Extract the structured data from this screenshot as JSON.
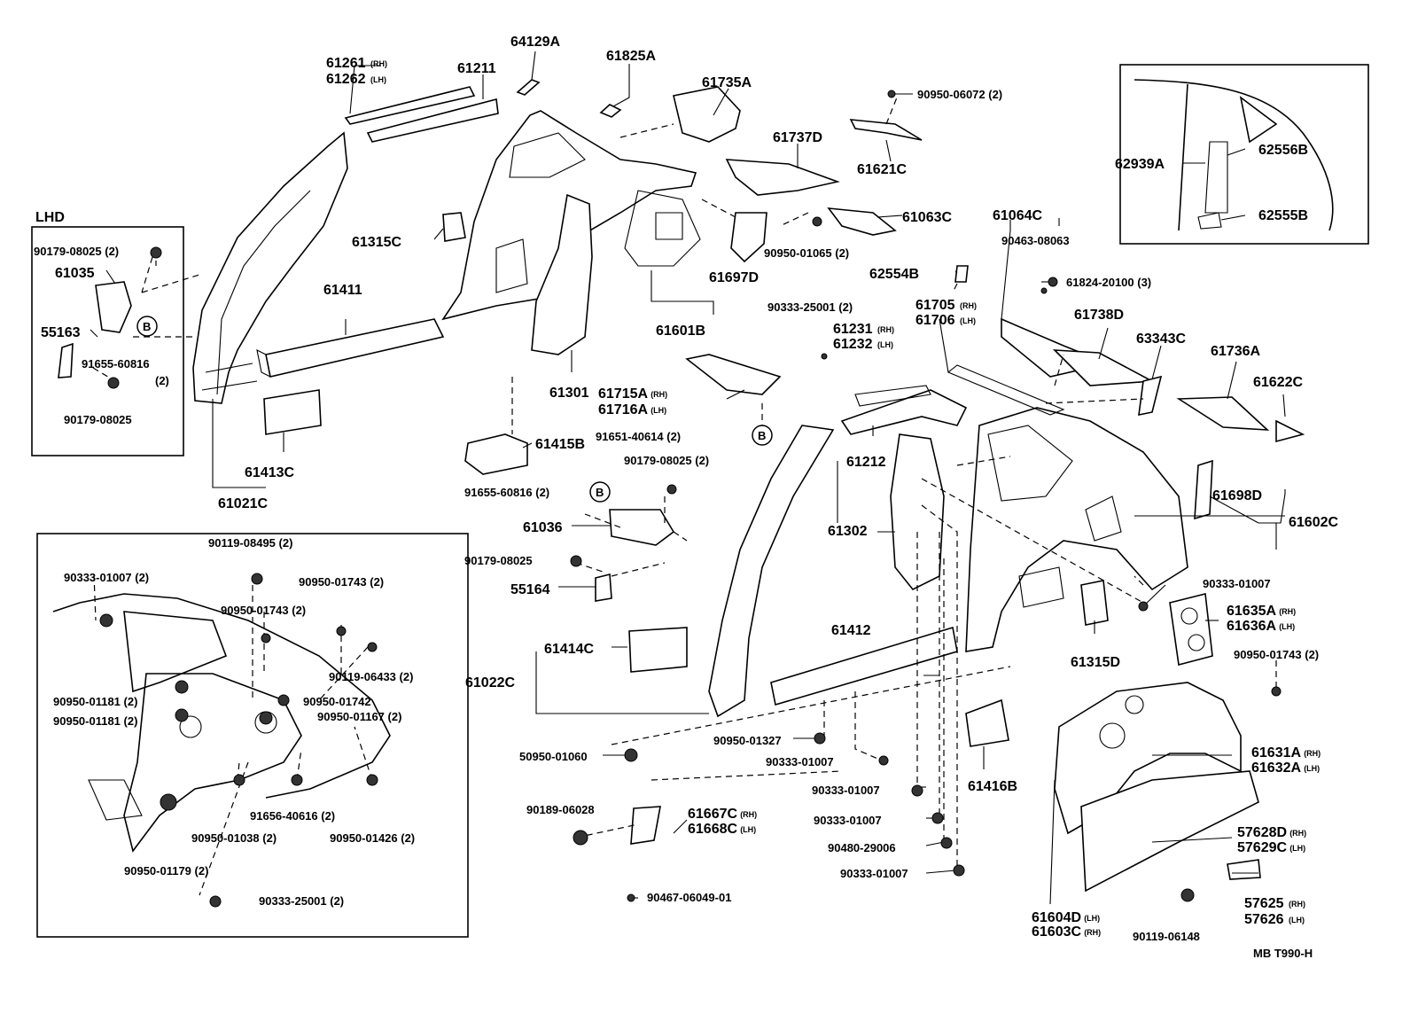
{
  "diagram_code": "MB T990-H",
  "lhd_label": "LHD",
  "badge_letter": "B",
  "labels": [
    {
      "id": "p61261",
      "text": "61261",
      "sfx": "(RH)"
    },
    {
      "id": "p61262",
      "text": "61262",
      "sfx": "(LH)"
    },
    {
      "id": "p61211",
      "text": "61211"
    },
    {
      "id": "p64129A",
      "text": "64129A"
    },
    {
      "id": "p61825A",
      "text": "61825A"
    },
    {
      "id": "p61735A",
      "text": "61735A"
    },
    {
      "id": "p90950_06072",
      "text": "90950-06072 (2)"
    },
    {
      "id": "p61737D",
      "text": "61737D"
    },
    {
      "id": "p61621C",
      "text": "61621C"
    },
    {
      "id": "p61063C",
      "text": "61063C"
    },
    {
      "id": "p90950_01065",
      "text": "90950-01065 (2)"
    },
    {
      "id": "p61697D",
      "text": "61697D"
    },
    {
      "id": "p61315C",
      "text": "61315C"
    },
    {
      "id": "p61411",
      "text": "61411"
    },
    {
      "id": "p61601B",
      "text": "61601B"
    },
    {
      "id": "p61301",
      "text": "61301"
    },
    {
      "id": "p61413C",
      "text": "61413C"
    },
    {
      "id": "p61021C",
      "text": "61021C"
    },
    {
      "id": "p90179_08025a",
      "text": "90179-08025 (2)"
    },
    {
      "id": "p61035",
      "text": "61035"
    },
    {
      "id": "p55163",
      "text": "55163"
    },
    {
      "id": "p91655_60816a",
      "text": "91655-60816"
    },
    {
      "id": "p91655_qty",
      "text": "(2)"
    },
    {
      "id": "p90179_08025b",
      "text": "90179-08025"
    },
    {
      "id": "p61064C",
      "text": "61064C"
    },
    {
      "id": "p90463_08063",
      "text": "90463-08063"
    },
    {
      "id": "p62554B",
      "text": "62554B"
    },
    {
      "id": "p61824_20100",
      "text": "61824-20100 (3)"
    },
    {
      "id": "p90333_25001a",
      "text": "90333-25001 (2)"
    },
    {
      "id": "p61705",
      "text": "61705",
      "sfx": "(RH)"
    },
    {
      "id": "p61706",
      "text": "61706",
      "sfx": "(LH)"
    },
    {
      "id": "p61231",
      "text": "61231",
      "sfx": "(RH)"
    },
    {
      "id": "p61232",
      "text": "61232",
      "sfx": "(LH)"
    },
    {
      "id": "p61738D",
      "text": "61738D"
    },
    {
      "id": "p63343C",
      "text": "63343C"
    },
    {
      "id": "p61736A",
      "text": "61736A"
    },
    {
      "id": "p61622C",
      "text": "61622C"
    },
    {
      "id": "p61715A",
      "text": "61715A",
      "sfx": "(RH)"
    },
    {
      "id": "p61716A",
      "text": "61716A",
      "sfx": "(LH)"
    },
    {
      "id": "p91651_40614",
      "text": "91651-40614 (2)"
    },
    {
      "id": "p61415B",
      "text": "61415B"
    },
    {
      "id": "p90179_08025c",
      "text": "90179-08025 (2)"
    },
    {
      "id": "p91655_60816b",
      "text": "91655-60816 (2)"
    },
    {
      "id": "p61036",
      "text": "61036"
    },
    {
      "id": "p90179_08025d",
      "text": "90179-08025"
    },
    {
      "id": "p55164",
      "text": "55164"
    },
    {
      "id": "p61212",
      "text": "61212"
    },
    {
      "id": "p61302",
      "text": "61302"
    },
    {
      "id": "p61698D",
      "text": "61698D"
    },
    {
      "id": "p61602C",
      "text": "61602C"
    },
    {
      "id": "p90333_01007a",
      "text": "90333-01007"
    },
    {
      "id": "p61635A",
      "text": "61635A",
      "sfx": "(RH)"
    },
    {
      "id": "p61636A",
      "text": "61636A",
      "sfx": "(LH)"
    },
    {
      "id": "p90950_01743a",
      "text": "90950-01743 (2)"
    },
    {
      "id": "p61414C",
      "text": "61414C"
    },
    {
      "id": "p61412",
      "text": "61412"
    },
    {
      "id": "p61022C",
      "text": "61022C"
    },
    {
      "id": "p61315D",
      "text": "61315D"
    },
    {
      "id": "p90950_01327",
      "text": "90950-01327"
    },
    {
      "id": "p50950_01060",
      "text": "50950-01060"
    },
    {
      "id": "p90333_01007b",
      "text": "90333-01007"
    },
    {
      "id": "p90333_01007c",
      "text": "90333-01007"
    },
    {
      "id": "p90333_01007d",
      "text": "90333-01007"
    },
    {
      "id": "p61416B",
      "text": "61416B"
    },
    {
      "id": "p61631A",
      "text": "61631A",
      "sfx": "(RH)"
    },
    {
      "id": "p61632A",
      "text": "61632A",
      "sfx": "(LH)"
    },
    {
      "id": "p90189_06028",
      "text": "90189-06028"
    },
    {
      "id": "p61667C",
      "text": "61667C",
      "sfx": "(RH)"
    },
    {
      "id": "p61668C",
      "text": "61668C",
      "sfx": "(LH)"
    },
    {
      "id": "p90480_29006",
      "text": "90480-29006"
    },
    {
      "id": "p90333_01007e",
      "text": "90333-01007"
    },
    {
      "id": "p57628D",
      "text": "57628D",
      "sfx": "(RH)"
    },
    {
      "id": "p57629C",
      "text": "57629C",
      "sfx": "(LH)"
    },
    {
      "id": "p57625",
      "text": "57625",
      "sfx": "(RH)"
    },
    {
      "id": "p57626",
      "text": "57626",
      "sfx": "(LH)"
    },
    {
      "id": "p61604D",
      "text": "61604D",
      "sfx": "(LH)"
    },
    {
      "id": "p61603C",
      "text": "61603C",
      "sfx": "(RH)"
    },
    {
      "id": "p90119_06148",
      "text": "90119-06148"
    },
    {
      "id": "p90467_06049",
      "text": "90467-06049-01"
    },
    {
      "id": "p62939A",
      "text": "62939A"
    },
    {
      "id": "p62556B",
      "text": "62556B"
    },
    {
      "id": "p62555B",
      "text": "62555B"
    },
    {
      "id": "i90119_08495",
      "text": "90119-08495 (2)"
    },
    {
      "id": "i90333_01007",
      "text": "90333-01007 (2)"
    },
    {
      "id": "i90950_01743a",
      "text": "90950-01743 (2)"
    },
    {
      "id": "i90950_01743b",
      "text": "90950-01743 (2)"
    },
    {
      "id": "i90119_06433",
      "text": "90119-06433 (2)"
    },
    {
      "id": "i90950_01181a",
      "text": "90950-01181 (2)"
    },
    {
      "id": "i90950_01742",
      "text": "90950-01742"
    },
    {
      "id": "i90950_01181b",
      "text": "90950-01181 (2)"
    },
    {
      "id": "i90950_01167",
      "text": "90950-01167 (2)"
    },
    {
      "id": "i91656_40616",
      "text": "91656-40616 (2)"
    },
    {
      "id": "i90950_01038",
      "text": "90950-01038 (2)"
    },
    {
      "id": "i90950_01426",
      "text": "90950-01426 (2)"
    },
    {
      "id": "i90950_01179",
      "text": "90950-01179 (2)"
    },
    {
      "id": "i90333_25001",
      "text": "90333-25001 (2)"
    }
  ]
}
